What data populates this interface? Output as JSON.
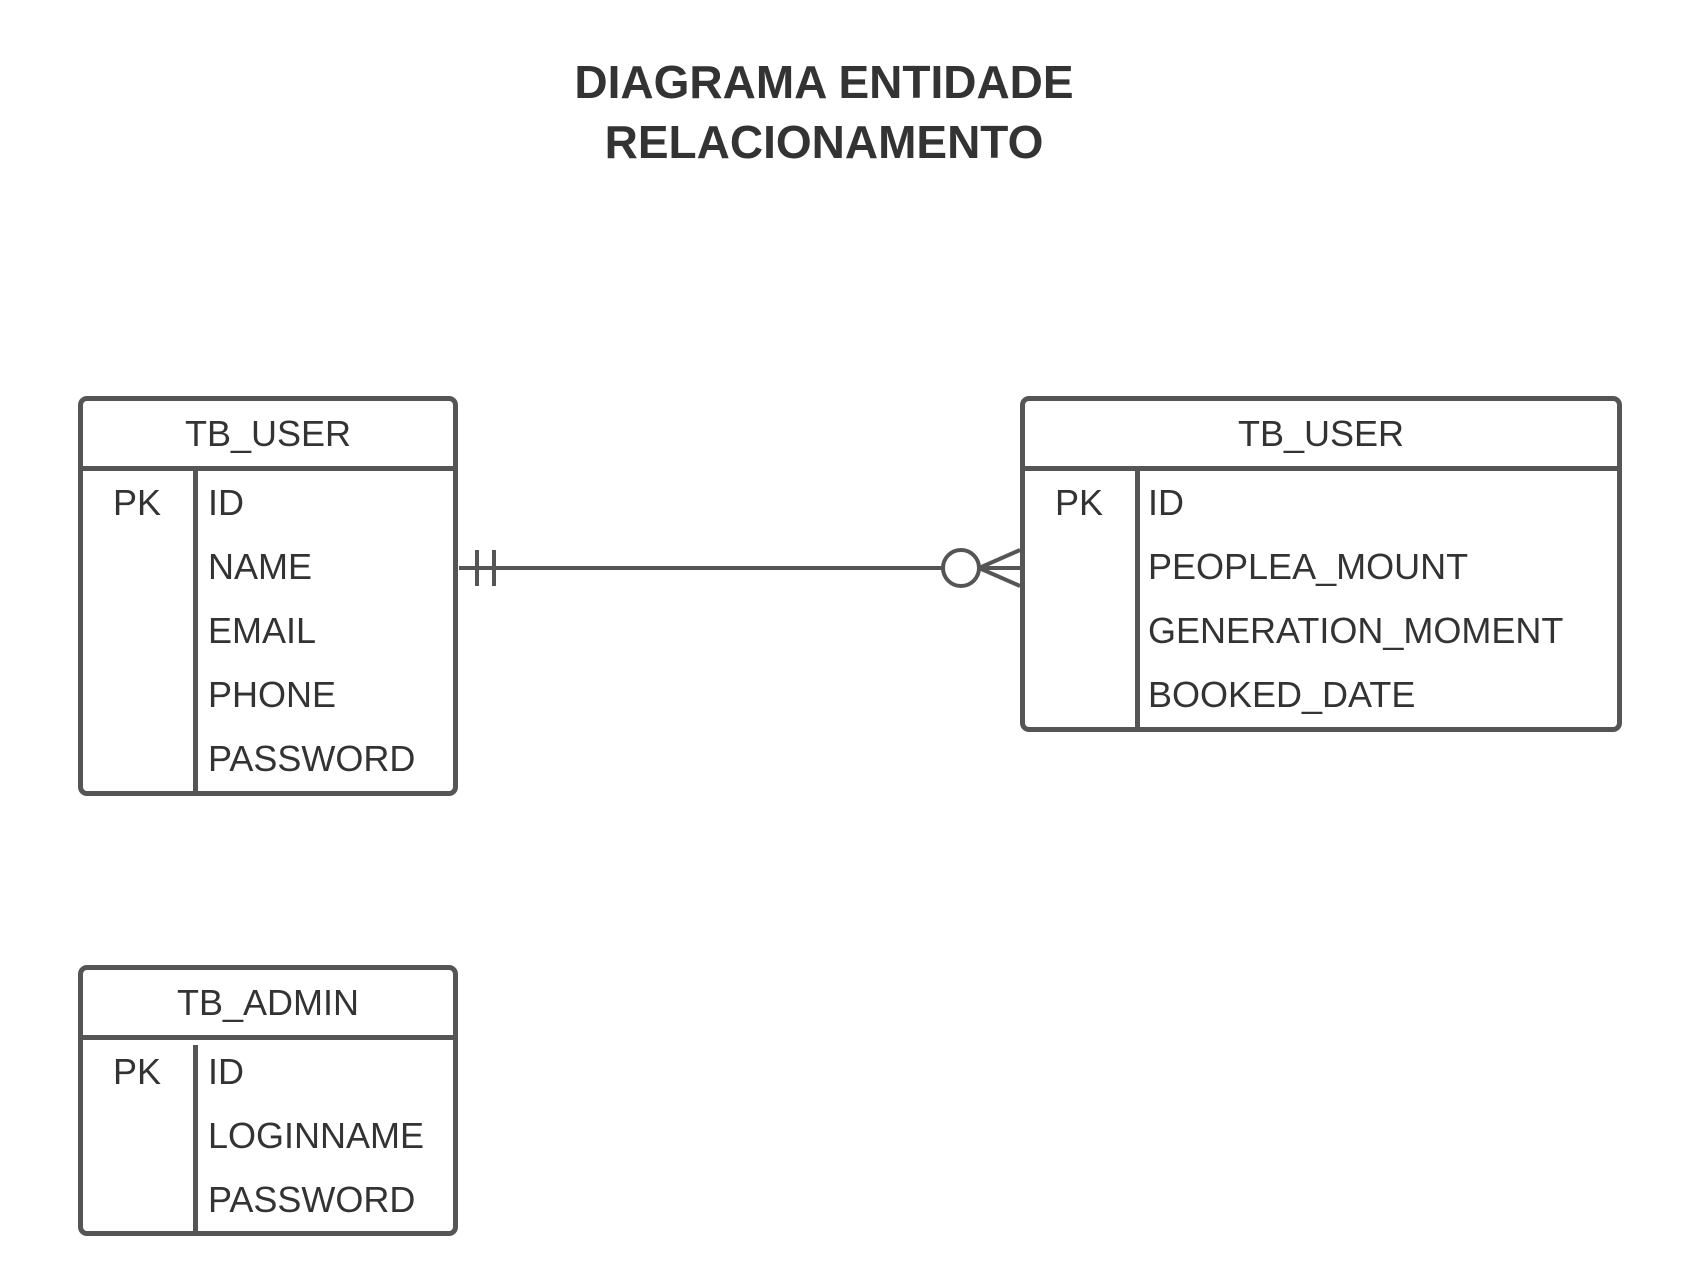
{
  "title": {
    "line1": "DIAGRAMA ENTIDADE",
    "line2": "RELACIONAMENTO"
  },
  "entities": {
    "user": {
      "name": "TB_USER",
      "pk_label": "PK",
      "fields": [
        "ID",
        "NAME",
        "EMAIL",
        "PHONE",
        "PASSWORD"
      ]
    },
    "booking": {
      "name": "TB_USER",
      "pk_label": "PK",
      "fields": [
        "ID",
        "PEOPLEA_MOUNT",
        "GENERATION_MOMENT",
        "BOOKED_DATE"
      ]
    },
    "admin": {
      "name": "TB_ADMIN",
      "pk_label": "PK",
      "fields": [
        "ID",
        "LOGINNAME",
        "PASSWORD"
      ]
    }
  },
  "relationships": [
    {
      "from": "user",
      "to": "booking",
      "from_cardinality": "exactly-one",
      "to_cardinality": "zero-or-many"
    }
  ],
  "colors": {
    "stroke": "#555555",
    "text": "#333333",
    "background": "#ffffff"
  }
}
